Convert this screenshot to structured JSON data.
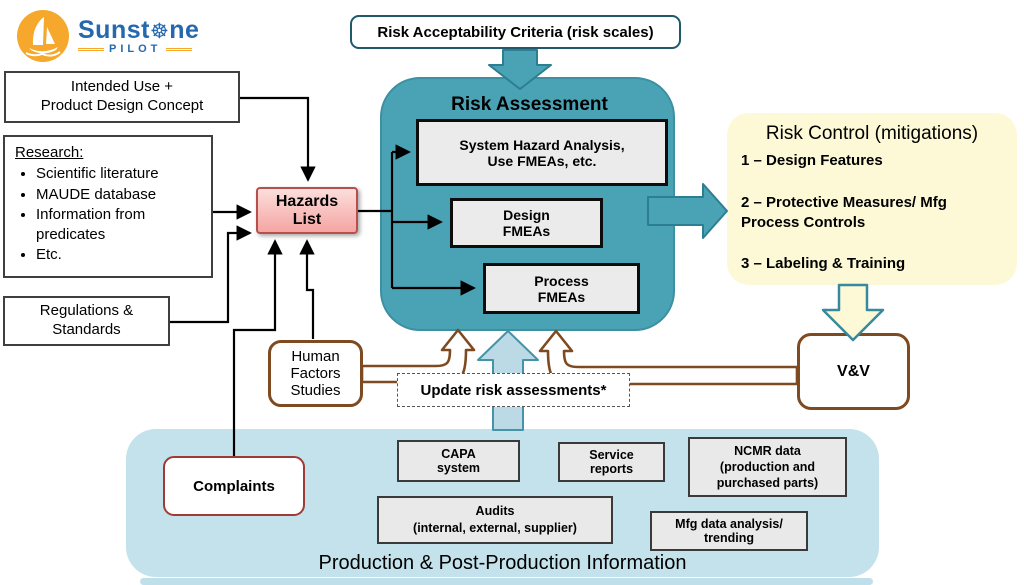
{
  "logo": {
    "brand_prefix": "Sunst",
    "wheel_glyph": "☸",
    "brand_suffix": "ne",
    "subtitle": "PILOT"
  },
  "top": {
    "criteria": "Risk Acceptability Criteria (risk scales)"
  },
  "risk_assessment": {
    "title": "Risk Assessment",
    "boxes": [
      "System Hazard Analysis,\nUse FMEAs, etc.",
      "Design\nFMEAs",
      "Process\nFMEAs"
    ]
  },
  "risk_control": {
    "title": "Risk Control (mitigations)",
    "items": [
      "1 – Design Features",
      "2 – Protective Measures/ Mfg\nProcess Controls",
      "3 – Labeling & Training"
    ]
  },
  "left": {
    "intended": "Intended Use +\nProduct Design Concept",
    "research_title": "Research:",
    "research_items": [
      "Scientific literature",
      "MAUDE database",
      "Information from\npredicates",
      "Etc."
    ],
    "regulations": "Regulations &\nStandards"
  },
  "middle": {
    "hazards": "Hazards\nList",
    "human_factors": "Human\nFactors\nStudies",
    "update": "Update risk assessments*",
    "vv": "V&V"
  },
  "production": {
    "title": "Production & Post-Production Information",
    "complaints": "Complaints",
    "capa": "CAPA\nsystem",
    "service": "Service\nreports",
    "ncmr": "NCMR data\n(production and\npurchased parts)",
    "audits": "Audits\n(internal, external, supplier)",
    "mfg": "Mfg data analysis/\ntrending"
  },
  "colors": {
    "teal": "#4AA2B5",
    "teal_dark": "#2E7E92",
    "pale_blue_arrow": "#BCDAE6",
    "pale_yellow": "#FDF9D6",
    "brown": "#7D4A21",
    "pink": "#F4A5A2",
    "pink_border": "#B5504C",
    "production_blue": "#C4E2EC",
    "complaints_red": "#9E3B36",
    "logo_orange": "#F5A82B",
    "logo_blue": "#2668AE"
  }
}
